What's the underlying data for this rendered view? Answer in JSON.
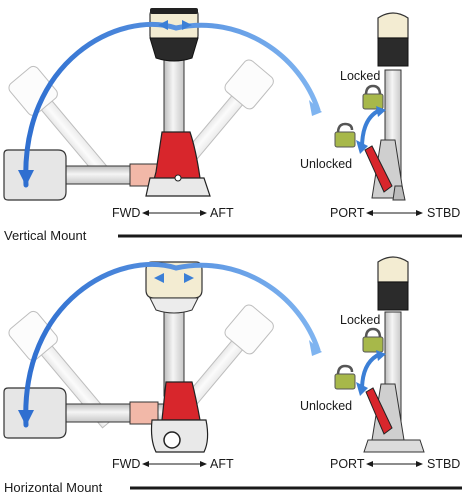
{
  "panels": [
    {
      "title": "Vertical Mount",
      "left_labels": {
        "fwd": "FWD",
        "aft": "AFT"
      },
      "right_labels": {
        "locked": "Locked",
        "unlocked": "Unlocked",
        "port": "PORT",
        "stbd": "STBD"
      }
    },
    {
      "title": "Horizontal Mount",
      "left_labels": {
        "fwd": "FWD",
        "aft": "AFT"
      },
      "right_labels": {
        "locked": "Locked",
        "unlocked": "Unlocked",
        "port": "PORT",
        "stbd": "STBD"
      }
    }
  ],
  "colors": {
    "arrow_blue": "#3b7fd6",
    "lever_red": "#d8262c",
    "pole_gray": "#e8e8e8",
    "lamp_black": "#222222",
    "lamp_cream": "#f3ecd2",
    "outline": "#333333",
    "padlock_green": "#a7b84a"
  },
  "icons": [
    "padlock-closed-icon",
    "padlock-open-icon",
    "double-arrow-icon",
    "rotation-arrow-icon"
  ]
}
